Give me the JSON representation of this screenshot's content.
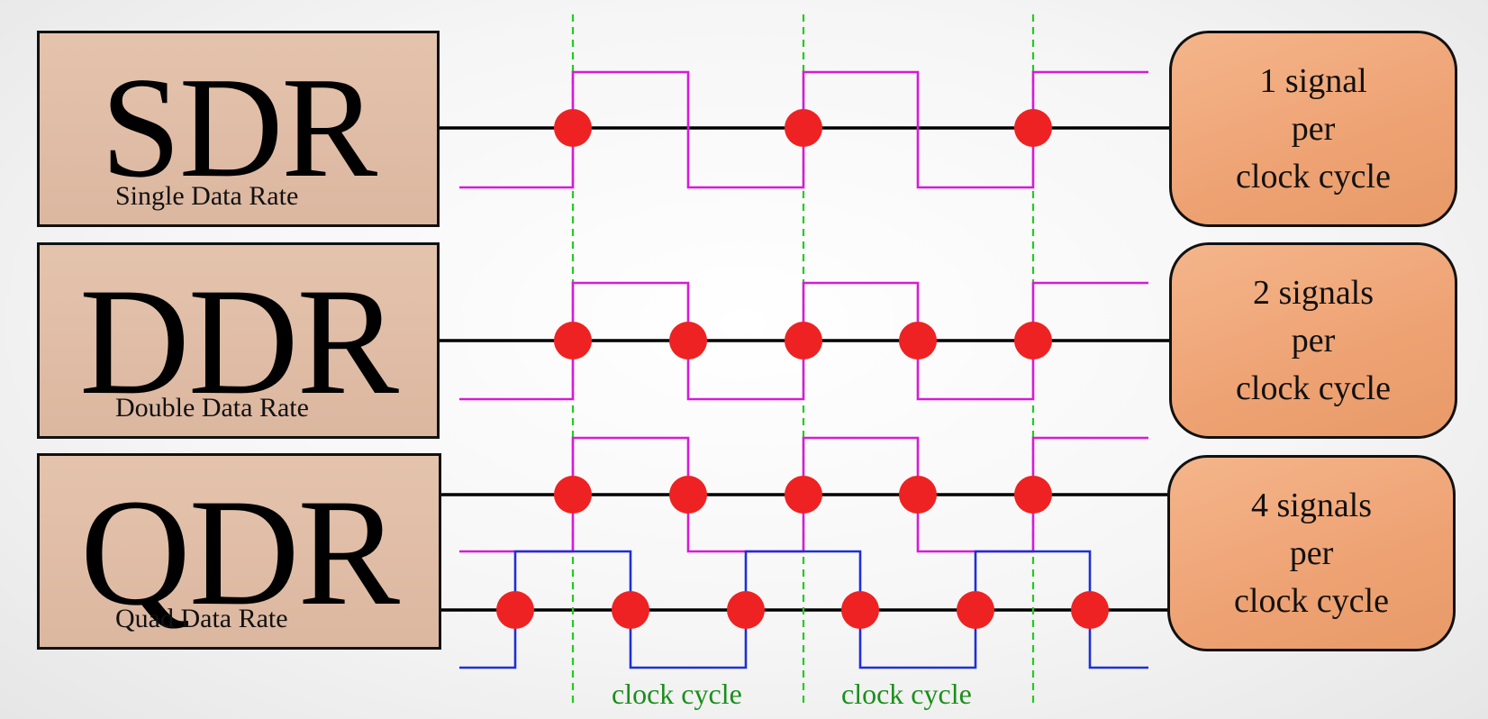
{
  "rows": [
    {
      "abbr": "SDR",
      "full_name": "Single Data Rate",
      "info": [
        "1 signal",
        "per",
        "clock cycle"
      ]
    },
    {
      "abbr": "DDR",
      "full_name": "Double Data Rate",
      "info": [
        "2 signals",
        "per",
        "clock cycle"
      ]
    },
    {
      "abbr": "QDR",
      "full_name": "Quad Data Rate",
      "info": [
        "4 signals",
        "per",
        "clock cycle"
      ]
    }
  ],
  "clock_cycle_labels": [
    "clock cycle",
    "clock cycle"
  ],
  "colors": {
    "clock_signal": "#d81ad8",
    "shifted_clock_signal": "#1f2fd6",
    "data_point": "#ee2222",
    "clock_boundary": "#22cc22",
    "data_line": "#000000"
  }
}
